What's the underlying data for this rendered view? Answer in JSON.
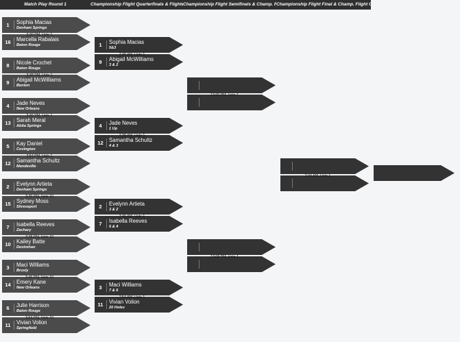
{
  "headers": [
    "Match Play Round 1",
    "Championship Flight Quarterfinals & Flighted E",
    "Championship Flight Semifinals & Champ. Flig",
    "Championship Flight Final & Champ. Flight Con"
  ],
  "round1": [
    {
      "time": "3:30 PM, Hole 1",
      "players": [
        {
          "seed": "1",
          "name": "Sophia Macias",
          "info": "Denham Springs"
        },
        {
          "seed": "16",
          "name": "Marcella Rabalais",
          "info": "Baton Rouge"
        }
      ]
    },
    {
      "time": "3:38 PM, Hole 1",
      "players": [
        {
          "seed": "8",
          "name": "Nicole Crochet",
          "info": "Baton Rouge"
        },
        {
          "seed": "9",
          "name": "Abigail McWilliams",
          "info": "Benton"
        }
      ]
    },
    {
      "time": "3:46 PM, Hole 1",
      "players": [
        {
          "seed": "4",
          "name": "Jade Neves",
          "info": "New Orleans"
        },
        {
          "seed": "13",
          "name": "Sarah Meral",
          "info": "Abita Springs"
        }
      ]
    },
    {
      "time": "3:54 PM, Hole 1",
      "players": [
        {
          "seed": "5",
          "name": "Kay Daniel",
          "info": "Covington"
        },
        {
          "seed": "12",
          "name": "Samantha Schultz",
          "info": "Mandeville"
        }
      ]
    },
    {
      "time": "3:30 PM, Hole 10",
      "players": [
        {
          "seed": "2",
          "name": "Evelynn Artieta",
          "info": "Denham Springs"
        },
        {
          "seed": "15",
          "name": "Sydney Moss",
          "info": "Shreveport"
        }
      ]
    },
    {
      "time": "3:38 PM, Hole 10",
      "players": [
        {
          "seed": "7",
          "name": "Isabella Reeves",
          "info": "Zachary"
        },
        {
          "seed": "10",
          "name": "Kailey Batte",
          "info": "Destrehan"
        }
      ]
    },
    {
      "time": "3:46 PM, Hole 10",
      "players": [
        {
          "seed": "3",
          "name": "Maci Williams",
          "info": "Brusly"
        },
        {
          "seed": "14",
          "name": "Emery Kane",
          "info": "New Orleans"
        }
      ]
    },
    {
      "time": "3:54 PM, Hole 10",
      "players": [
        {
          "seed": "6",
          "name": "Julie Harrison",
          "info": "Baton Rouge"
        },
        {
          "seed": "11",
          "name": "Vivian Volion",
          "info": "Springfield"
        }
      ]
    }
  ],
  "round2": [
    {
      "time": "7:30 AM, Hole 1",
      "players": [
        {
          "seed": "1",
          "name": "Sophia Macias",
          "info": "5&3"
        },
        {
          "seed": "9",
          "name": "Abigail McWilliams",
          "info": "3 & 2"
        }
      ]
    },
    {
      "time": "7:38 AM, Hole 1",
      "players": [
        {
          "seed": "4",
          "name": "Jade Neves",
          "info": "1 Up"
        },
        {
          "seed": "12",
          "name": "Samantha Schultz",
          "info": "4 & 3"
        }
      ]
    },
    {
      "time": "7:46 AM, Hole 1",
      "players": [
        {
          "seed": "2",
          "name": "Evelynn Artieta",
          "info": "3 & 2"
        },
        {
          "seed": "7",
          "name": "Isabella Reeves",
          "info": "5 & 4"
        }
      ]
    },
    {
      "time": "7:54 AM, Hole 1",
      "players": [
        {
          "seed": "3",
          "name": "Maci Williams",
          "info": "7 & 6"
        },
        {
          "seed": "11",
          "name": "Vivian Volion",
          "info": "20 Holes"
        }
      ]
    }
  ],
  "round3": [
    {
      "time": "12:00 PM, Hole 1",
      "players": [
        {
          "seed": "",
          "name": "",
          "info": ""
        },
        {
          "seed": "",
          "name": "",
          "info": ""
        }
      ]
    },
    {
      "time": "12:08 PM, Hole 1",
      "players": [
        {
          "seed": "",
          "name": "",
          "info": ""
        },
        {
          "seed": "",
          "name": "",
          "info": ""
        }
      ]
    }
  ],
  "round4": [
    {
      "time": "7:44 AM, Hole 1",
      "players": [
        {
          "seed": "",
          "name": "",
          "info": ""
        },
        {
          "seed": "",
          "name": "",
          "info": ""
        }
      ]
    }
  ],
  "champion": {
    "seed": "",
    "name": "",
    "info": ""
  },
  "colors": {
    "header_bg": "#2f2f2f",
    "round1_slot": "#4b4b4b",
    "later_slot": "#333333",
    "page_bg": "#f4f5f7"
  }
}
